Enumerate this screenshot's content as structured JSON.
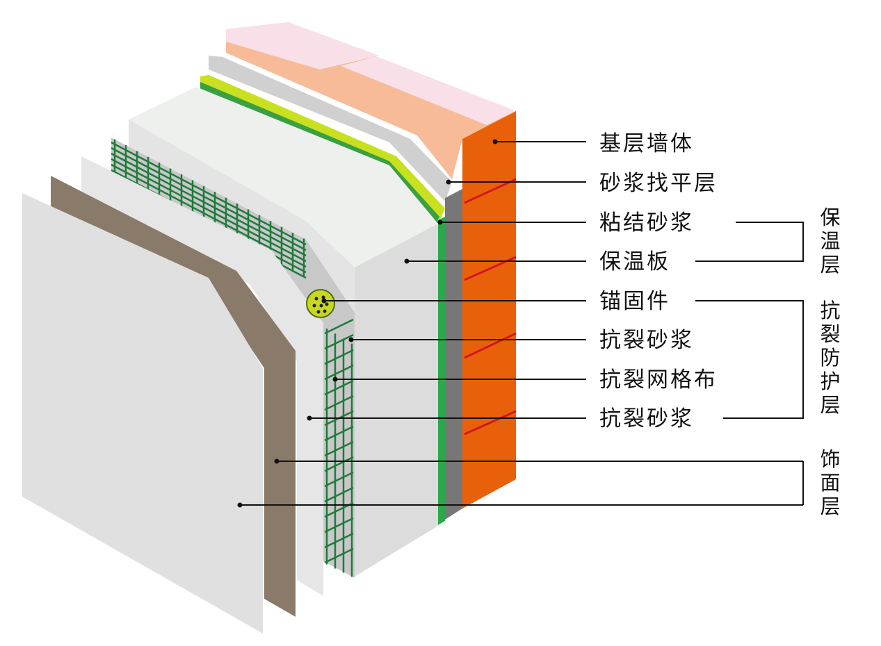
{
  "title": "External wall insulation system layers",
  "layers": [
    {
      "label": "基层墙体"
    },
    {
      "label": "砂浆找平层"
    },
    {
      "label": "粘结砂浆"
    },
    {
      "label": "保温板"
    },
    {
      "label": "锚固件"
    },
    {
      "label": "抗裂砂浆"
    },
    {
      "label": "抗裂网格布"
    },
    {
      "label": "抗裂砂浆"
    }
  ],
  "groups": [
    {
      "label": "保温层"
    },
    {
      "label": "抗裂防护层"
    },
    {
      "label": "饰面层"
    }
  ],
  "colors": {
    "brick": "#e8610a",
    "top": "#f7b994",
    "green": "#2aa84a",
    "mesh": "#1e7a3a",
    "brown": "#8a7a6a"
  }
}
